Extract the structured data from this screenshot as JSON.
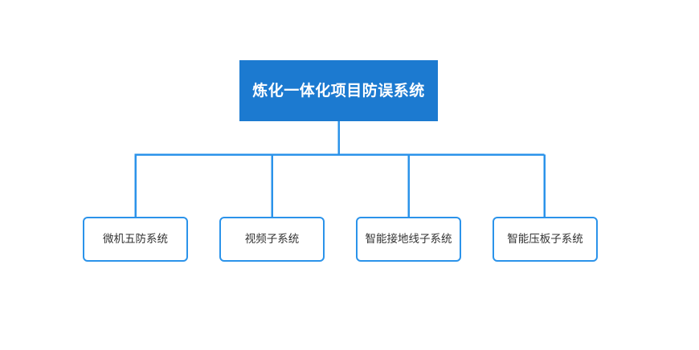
{
  "diagram": {
    "type": "organization-chart",
    "orientation": "top-down",
    "colors": {
      "root_fill": "#1c7ad0",
      "root_text": "#ffffff",
      "connector": "#2b93ea",
      "child_border": "#2b93ea",
      "child_fill": "#ffffff",
      "child_text": "#333333",
      "background": "#ffffff"
    },
    "root": {
      "label": "炼化一体化项目防误系统"
    },
    "children": [
      {
        "label": "微机五防系统"
      },
      {
        "label": "视频子系统"
      },
      {
        "label": "智能接地线子系统"
      },
      {
        "label": "智能压板子系统"
      }
    ]
  }
}
